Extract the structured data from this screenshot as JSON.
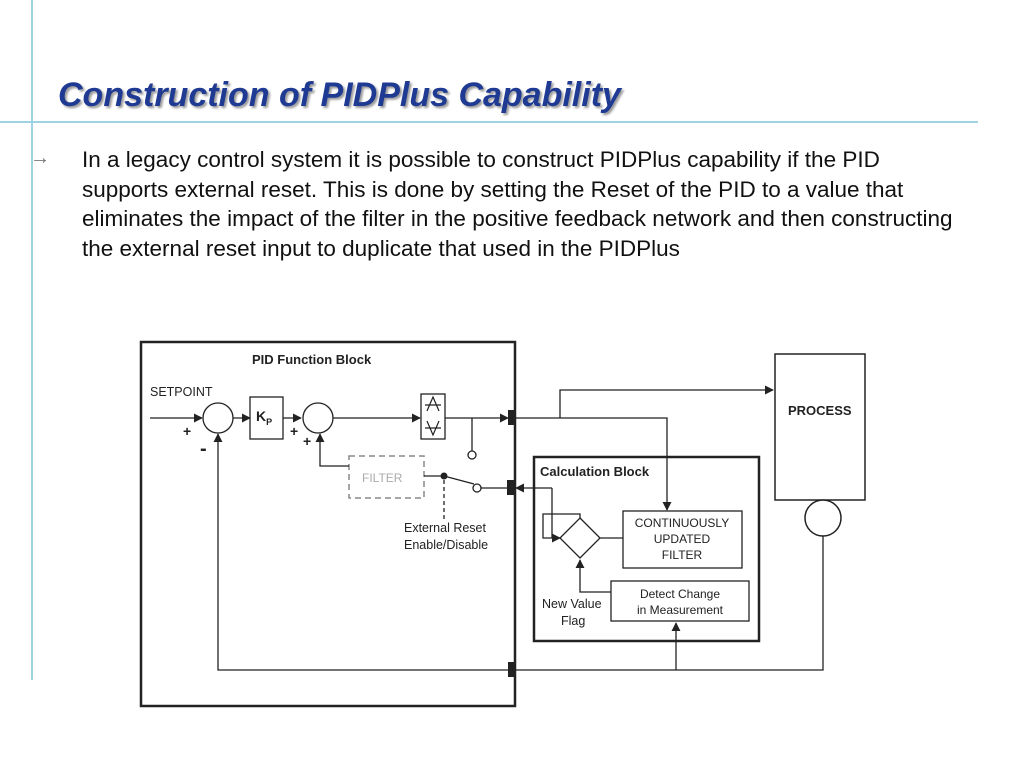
{
  "slide": {
    "title": "Construction of PIDPlus Capability",
    "bullet_text": "In a legacy control system it is possible to construct PIDPlus capability if the PID supports external reset. This is done by setting the Reset of the PID to a value that eliminates the impact of the filter in the positive feedback network and then constructing the external reset input to duplicate that used in the PIDPlus"
  },
  "diagram": {
    "pid_block_label": "PID Function Block",
    "setpoint_label": "SETPOINT",
    "kp_base": "K",
    "kp_sub": "P",
    "filter_label": "FILTER",
    "external_reset_line1": "External Reset",
    "external_reset_line2": "Enable/Disable",
    "calc_block_label": "Calculation Block",
    "process_label": "PROCESS",
    "continuous_line1": "CONTINUOUSLY",
    "continuous_line2": "UPDATED",
    "continuous_line3": "FILTER",
    "detect_line1": "Detect Change",
    "detect_line2": "in Measurement",
    "new_value_line1": "New Value",
    "new_value_line2": "Flag",
    "plus": "+",
    "minus": "-"
  }
}
